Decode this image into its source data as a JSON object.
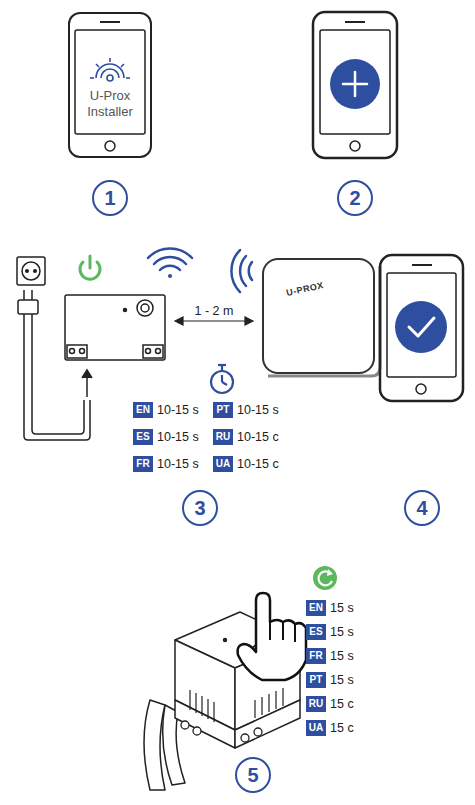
{
  "diagram": {
    "nodes": [
      {
        "text": [
          "U-Prox Installer"
        ]
      },
      {
        "text": [
          "1"
        ]
      },
      {
        "text": [
          "2"
        ]
      },
      {
        "text": [
          "U-PROX"
        ]
      },
      {
        "text": [
          "EN"
        ]
      },
      {
        "text": [
          "PT"
        ]
      },
      {
        "text": [
          "ES"
        ]
      },
      {
        "text": [
          "RU"
        ]
      },
      {
        "text": [
          "FR"
        ]
      },
      {
        "text": [
          "UA"
        ]
      },
      {
        "text": [
          "3"
        ]
      },
      {
        "text": [
          "4"
        ]
      },
      {
        "text": [
          "EN"
        ]
      },
      {
        "text": [
          "ES"
        ]
      },
      {
        "text": [
          "FR"
        ]
      },
      {
        "text": [
          "PT"
        ]
      },
      {
        "text": [
          "RU"
        ]
      },
      {
        "text": [
          "UA"
        ]
      },
      {
        "text": [
          "5"
        ]
      }
    ],
    "labels": [
      "1 - 2 m",
      "10-15 s",
      "10-15 s",
      "10-15 s",
      "10-15 c",
      "10-15 s",
      "10-15 c",
      "15 s",
      "15 s",
      "15 s",
      "15 s",
      "15 c",
      "15 c"
    ]
  }
}
